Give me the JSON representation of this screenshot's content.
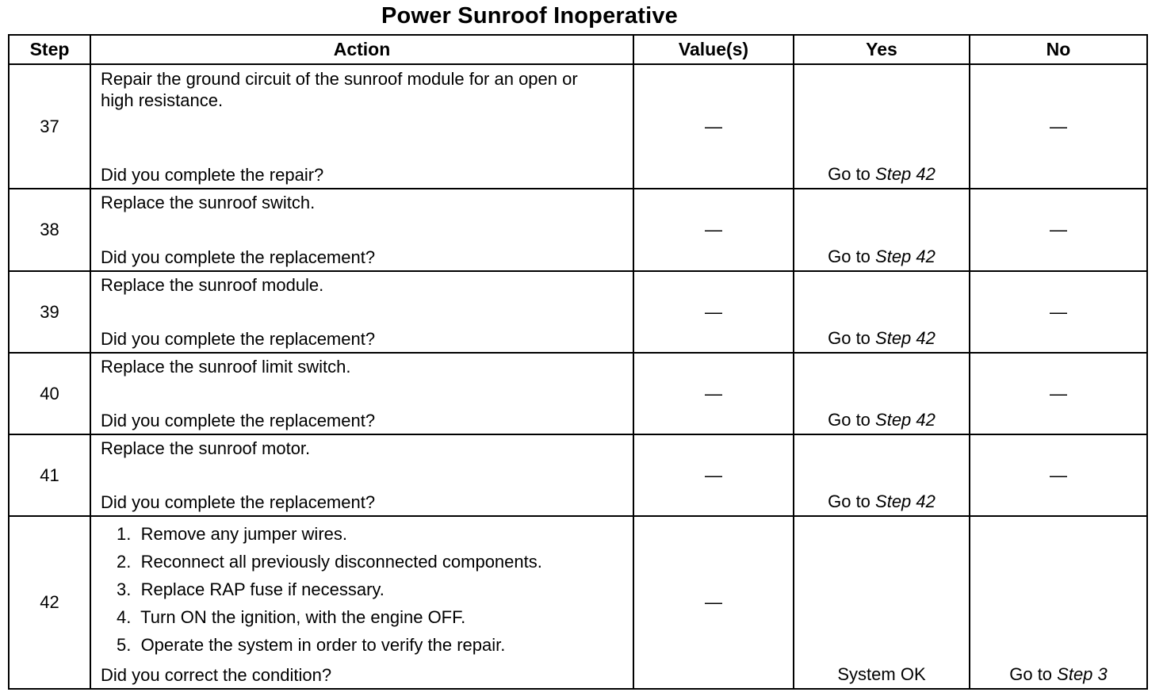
{
  "title": "Power Sunroof Inoperative",
  "headers": {
    "step": "Step",
    "action": "Action",
    "values": "Value(s)",
    "yes": "Yes",
    "no": "No"
  },
  "rows": [
    {
      "step": "37",
      "action": "Repair the ground circuit of the sunroof module for an open or high resistance.",
      "question": "Did you complete the repair?",
      "value": "—",
      "yes_prefix": "Go to ",
      "yes_ref": "Step 42",
      "no": "—"
    },
    {
      "step": "38",
      "action": "Replace the sunroof switch.",
      "question": "Did you complete the replacement?",
      "value": "—",
      "yes_prefix": "Go to ",
      "yes_ref": "Step 42",
      "no": "—"
    },
    {
      "step": "39",
      "action": "Replace the sunroof module.",
      "question": "Did you complete the replacement?",
      "value": "—",
      "yes_prefix": "Go to ",
      "yes_ref": "Step 42",
      "no": "—"
    },
    {
      "step": "40",
      "action": "Replace the sunroof limit switch.",
      "question": "Did you complete the replacement?",
      "value": "—",
      "yes_prefix": "Go to ",
      "yes_ref": "Step 42",
      "no": "—"
    },
    {
      "step": "41",
      "action": "Replace the sunroof motor.",
      "question": "Did you complete the replacement?",
      "value": "—",
      "yes_prefix": "Go to ",
      "yes_ref": "Step 42",
      "no": "—"
    },
    {
      "step": "42",
      "steps": [
        "1.  Remove any jumper wires.",
        "2.  Reconnect all previously disconnected components.",
        "3.  Replace RAP fuse if necessary.",
        "4.  Turn ON the ignition, with the engine OFF.",
        "5.  Operate the system in order to verify the repair."
      ],
      "question": "Did you correct the condition?",
      "value": "—",
      "yes": "System OK",
      "no_prefix": "Go to ",
      "no_ref": "Step 3"
    }
  ]
}
